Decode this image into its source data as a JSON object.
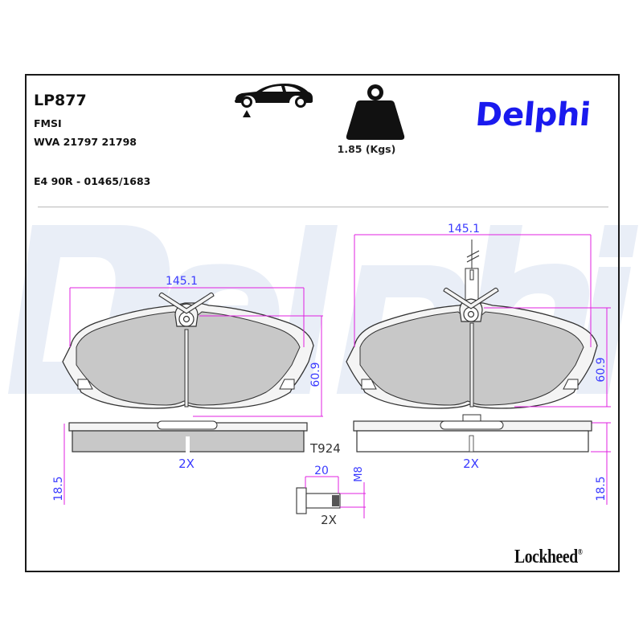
{
  "header": {
    "part_number": "LP877",
    "fmsi_label": "FMSI",
    "wva": "WVA 21797 21798",
    "approval": "E4 90R - 01465/1683",
    "weight_label": "1.85 (Kgs)",
    "brand": "Delphi",
    "position_icon": "car-front-axle-icon",
    "weight_icon": "weight-icon"
  },
  "watermark": {
    "text": "Delphi",
    "color": "#e8edf6"
  },
  "drawing": {
    "left_pad": {
      "width_dim": "145.1",
      "height_dim": "60.9",
      "thickness_dim": "18.5",
      "qty": "2X"
    },
    "right_pad": {
      "width_dim": "145.1",
      "height_dim": "60.9",
      "thickness_dim": "18.5",
      "qty": "2X"
    },
    "bolt": {
      "code": "T924",
      "length_dim": "20",
      "thread_dim": "M8",
      "qty": "2X"
    },
    "colors": {
      "dimension_line": "#e020e0",
      "dimension_text": "#3a3aff",
      "pad_fill": "#c8c8c8",
      "outline": "#333333"
    }
  },
  "footer": {
    "brand": "Lockheed",
    "registered": "®"
  },
  "colors": {
    "brand_blue": "#1a1aee"
  }
}
